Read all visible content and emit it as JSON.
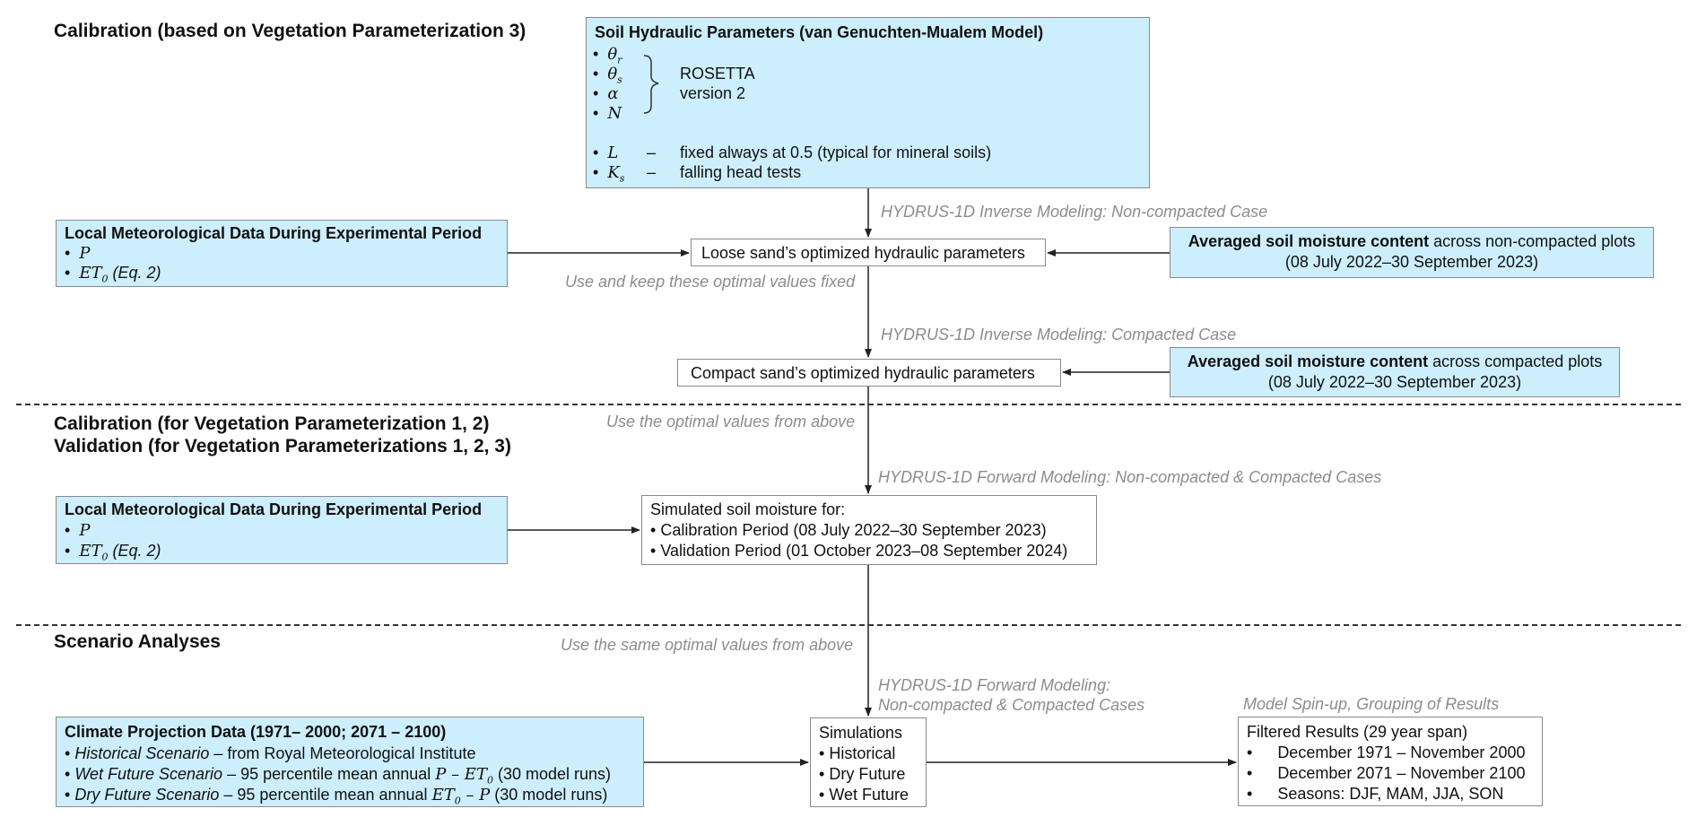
{
  "sections": {
    "calibration_vp3": "Calibration (based on Vegetation Parameterization 3)",
    "calibration_vp12": "Calibration (for Vegetation Parameterization 1, 2)",
    "validation_vp123": "Validation (for Vegetation Parameterizations 1, 2, 3)",
    "scenario": "Scenario Analyses"
  },
  "soil_box": {
    "title": "Soil Hydraulic Parameters (van Genuchten-Mualem Model)",
    "params": [
      "θr",
      "θs",
      "α",
      "N"
    ],
    "rosetta_1": "ROSETTA",
    "rosetta_2": "version 2",
    "L_var": "L",
    "L_text": "fixed always at 0.5 (typical for mineral soils)",
    "Ks_var": "Ks",
    "Ks_text": "falling head tests",
    "dash": "–"
  },
  "met_box": {
    "title": "Local Meteorological Data During Experimental Period",
    "p": "P",
    "et0": "ET0",
    "et0_suffix": " (Eq. 2)"
  },
  "loose_box": "Loose sand’s optimized hydraulic parameters",
  "compact_box": "Compact sand’s optimized hydraulic parameters",
  "avg_nc": {
    "bold": "Averaged soil moisture content",
    "rest": " across non-compacted plots",
    "dates": "(08 July 2022–30 September 2023)"
  },
  "avg_c": {
    "bold": "Averaged soil moisture content",
    "rest": " across compacted plots",
    "dates": "(08 July 2022–30 September 2023)"
  },
  "captions": {
    "inverse_nc": "HYDRUS-1D Inverse Modeling: Non-compacted Case",
    "keep_fixed": "Use and keep these optimal values fixed",
    "inverse_c": "HYDRUS-1D Inverse Modeling: Compacted Case",
    "optimal_above": "Use the optimal values from above",
    "forward_both": "HYDRUS-1D Forward Modeling: Non-compacted & Compacted Cases",
    "same_optimal": "Use the same optimal values from above",
    "forward_1": "HYDRUS-1D Forward Modeling:",
    "forward_2": "Non-compacted & Compacted Cases",
    "spinup": "Model Spin-up, Grouping of Results"
  },
  "sim_box": {
    "title": "Simulated soil moisture for:",
    "cal": "Calibration Period (08 July 2022–30 September 2023)",
    "val": "Validation Period (01 October 2023–08 September 2024)"
  },
  "climate_box": {
    "title": "Climate Projection Data (1971– 2000; 2071 – 2100)",
    "hist_it": "Historical Scenario",
    "hist_rest": " – from Royal Meteorological Institute",
    "wet_it": "Wet Future Scenario",
    "wet_rest": " – 95 percentile mean annual ",
    "wet_expr": "P – ET0",
    "wet_runs": " (30 model runs)",
    "dry_it": "Dry Future Scenario",
    "dry_rest": " – 95 percentile mean annual ",
    "dry_expr": "ET0 – P",
    "dry_runs": " (30 model runs)"
  },
  "simulations_box": {
    "title": "Simulations",
    "items": [
      "Historical",
      "Dry Future",
      "Wet Future"
    ]
  },
  "filtered_box": {
    "title": "Filtered Results (29 year span)",
    "items": [
      "December 1971 – November 2000",
      "December 2071 – November 2100",
      "Seasons: DJF, MAM, JJA, SON"
    ]
  },
  "bullet": "•",
  "colors": {
    "box_fill": "#cdeefc",
    "border": "#8a8a8a",
    "caption": "#8c8c8c"
  }
}
